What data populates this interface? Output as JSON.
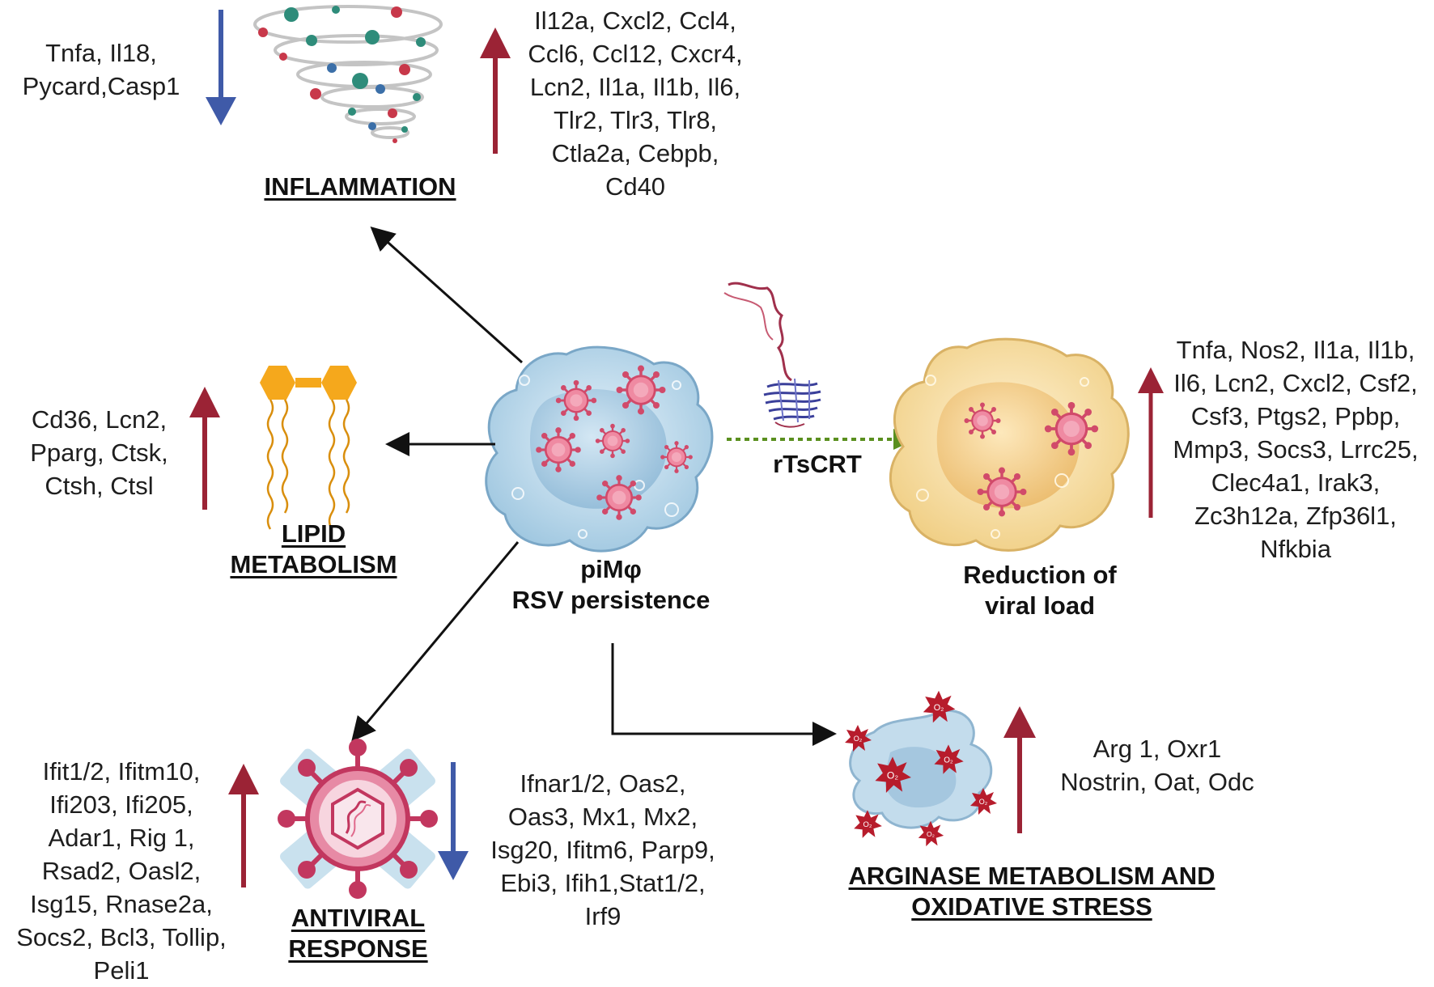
{
  "colors": {
    "up_arrow": "#9b2335",
    "down_arrow": "#3f5aa8",
    "flow_arrow": "#111111",
    "treatment_arrow": "#5a8f1e",
    "virus": "#e05d7c",
    "macrophage": "#bcd9ea",
    "treated_cell": "#f6dfa8",
    "lipid_head": "#f5a81c"
  },
  "icons": [
    "tornado-icon",
    "lipid-bilayer-icon",
    "macrophage-infected-icon",
    "protein-structure-icon",
    "treated-macrophage-icon",
    "virus-icon",
    "oxidative-stress-cell-icon"
  ],
  "inflammation": {
    "title": "INFLAMMATION",
    "down_genes": "Tnfa, Il18,\nPycard,Casp1",
    "up_genes": "Il12a, Cxcl2, Ccl4,\nCcl6, Ccl12, Cxcr4,\nLcn2, Il1a, Il1b, Il6,\nTlr2, Tlr3, Tlr8,\nCtla2a, Cebpb,\nCd40"
  },
  "lipid": {
    "title": "LIPID\nMETABOLISM",
    "up_genes": "Cd36, Lcn2,\nPparg, Ctsk,\nCtsh, Ctsl"
  },
  "center": {
    "label": "piMφ\nRSV persistence"
  },
  "treatment": {
    "label": "rTsCRT"
  },
  "reduction": {
    "label": "Reduction of\nviral load",
    "up_genes": "Tnfa, Nos2, Il1a, Il1b,\nIl6, Lcn2, Cxcl2, Csf2,\nCsf3, Ptgs2, Ppbp,\nMmp3, Socs3, Lrrc25,\nClec4a1, Irak3,\nZc3h12a, Zfp36l1,\nNfkbia"
  },
  "antiviral": {
    "title": "ANTIVIRAL\nRESPONSE",
    "up_genes": "Ifit1/2, Ifitm10,\nIfi203, Ifi205,\nAdar1, Rig 1,\nRsad2, Oasl2,\nIsg15, Rnase2a,\nSocs2, Bcl3, Tollip,\nPeli1",
    "down_genes": "Ifnar1/2, Oas2,\nOas3, Mx1, Mx2,\nIsg20, Ifitm6, Parp9,\nEbi3, Ifih1,Stat1/2,\nIrf9"
  },
  "arginase": {
    "title": "ARGINASE METABOLISM AND\nOXIDATIVE STRESS",
    "up_genes": "Arg 1, Oxr1\nNostrin, Oat, Odc",
    "ros_label": "O₂"
  }
}
